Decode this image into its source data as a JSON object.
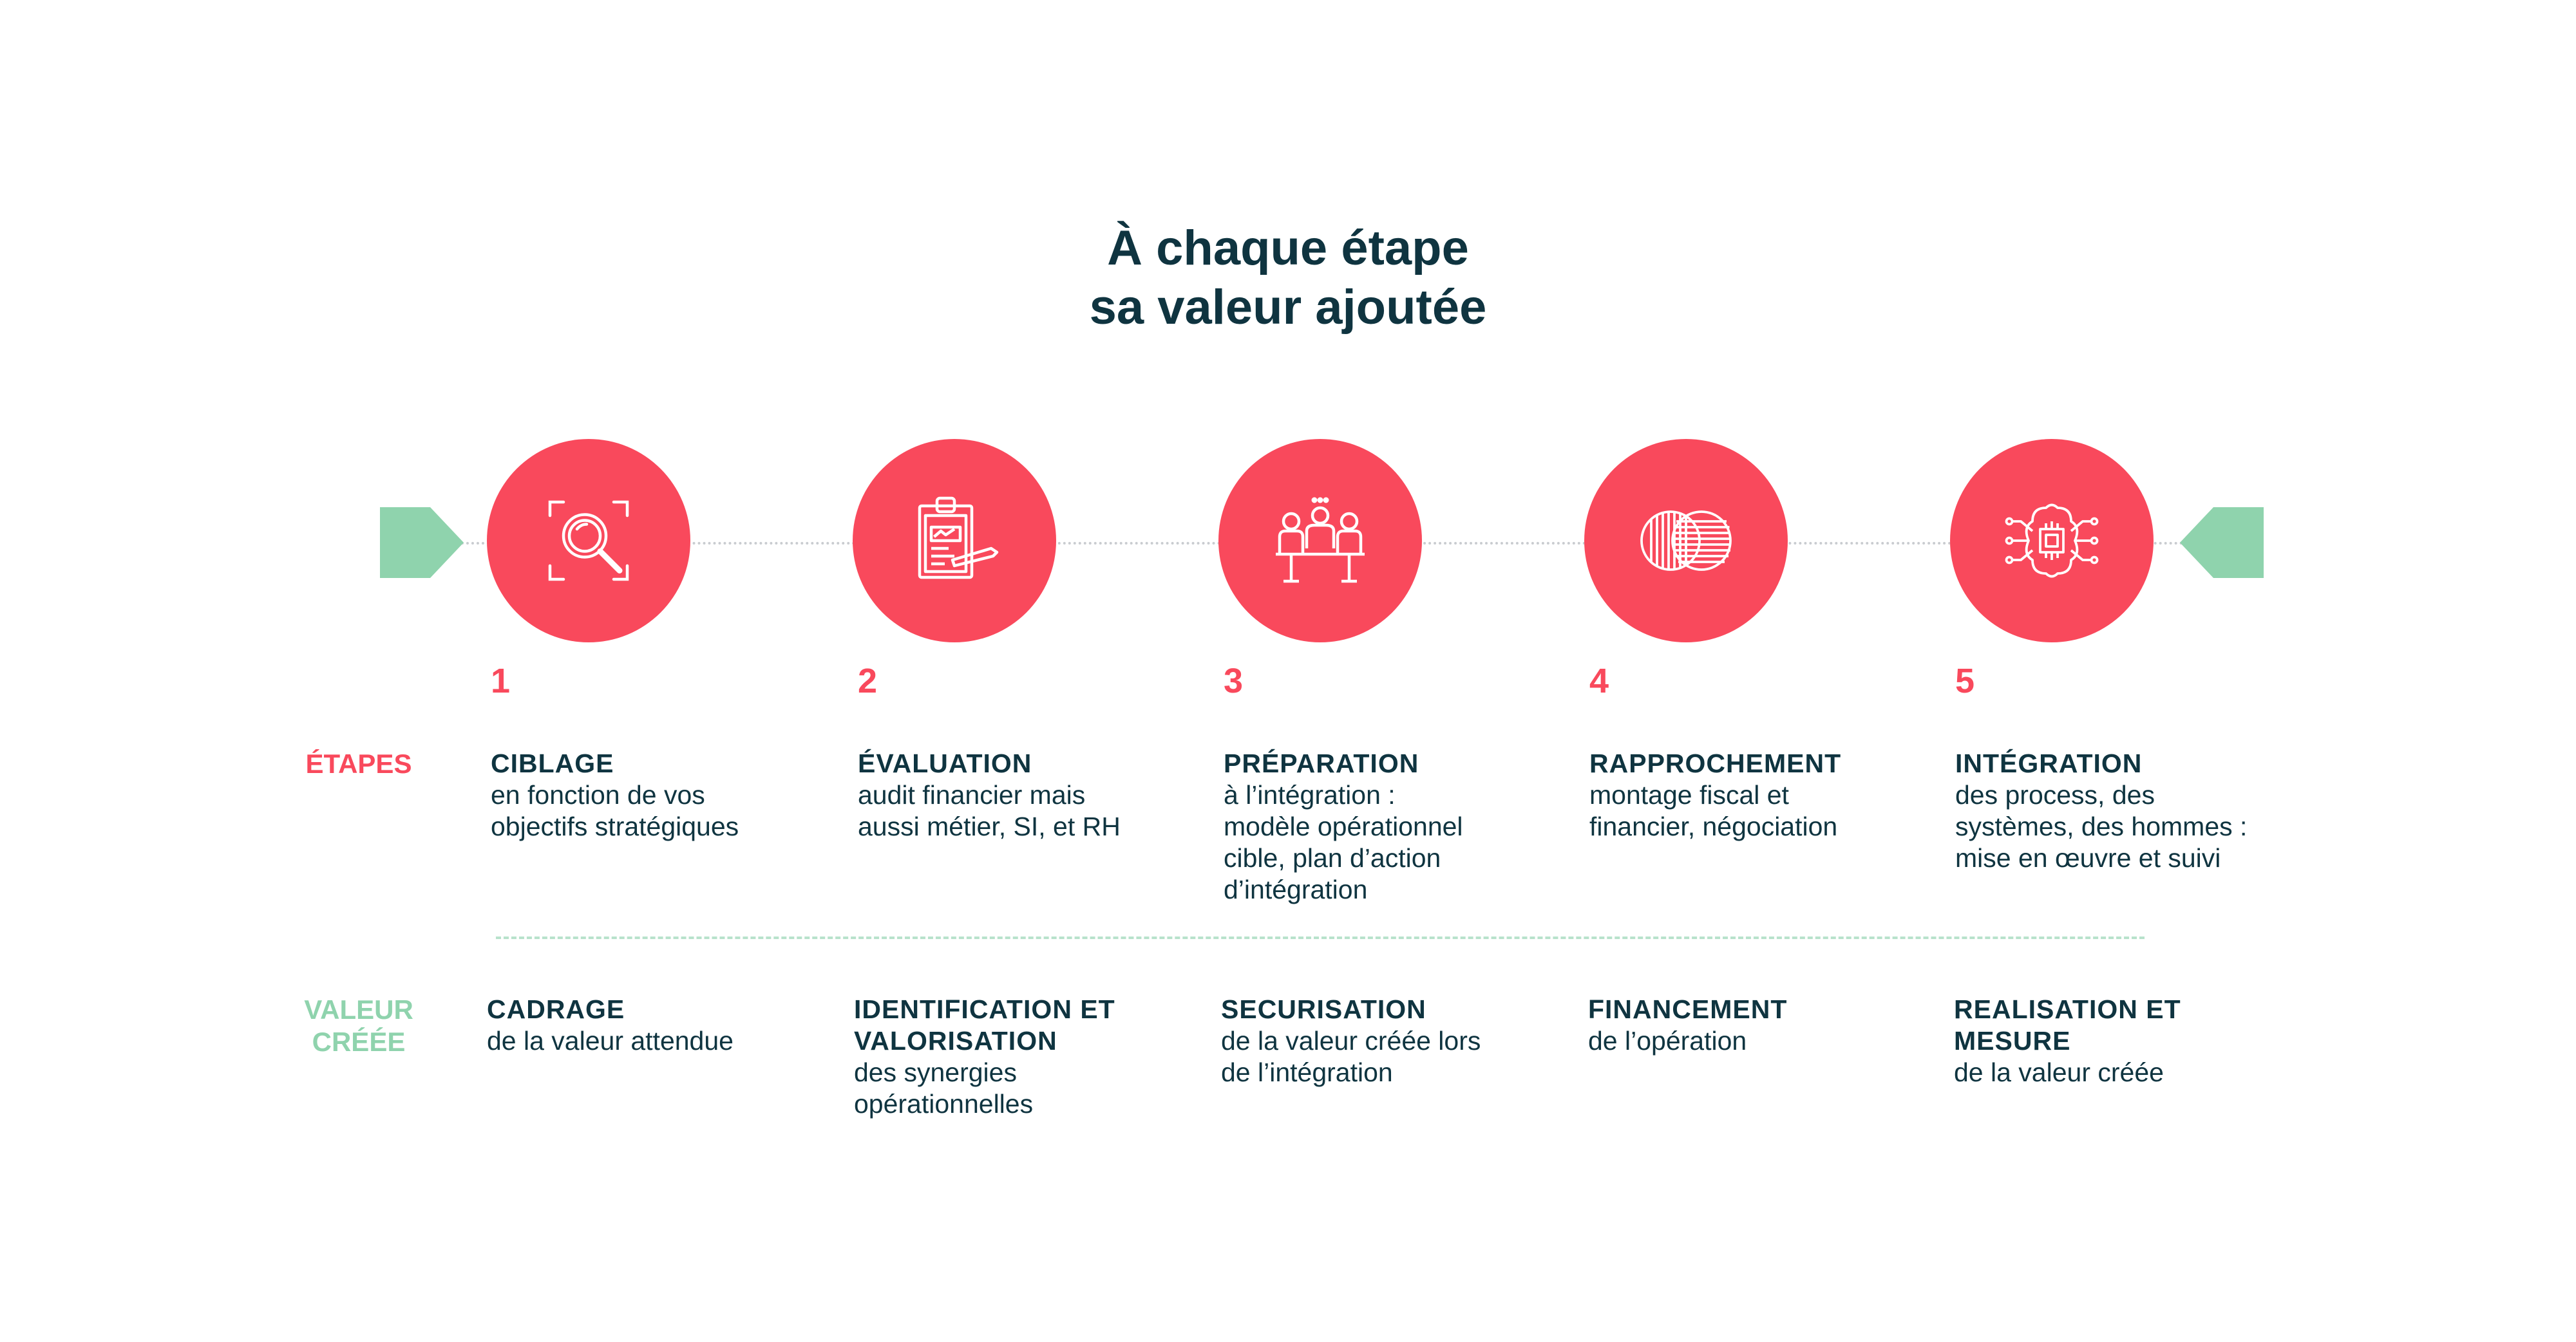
{
  "title": {
    "line1": "À chaque étape",
    "line2": "sa valeur ajoutée"
  },
  "colors": {
    "accent": "#f9495c",
    "green": "#8fd3ad",
    "text": "#0f3440"
  },
  "row_labels": {
    "etapes": "ÉTAPES",
    "valeur_line1": "VALEUR",
    "valeur_line2": "CRÉÉE"
  },
  "steps": [
    {
      "number": "1",
      "icon": "magnifier-focus-icon",
      "etape_title": "CIBLAGE",
      "etape_text": [
        "en fonction de vos",
        "objectifs stratégiques"
      ],
      "valeur_title": [
        "CADRAGE"
      ],
      "valeur_text": [
        "de la valeur attendue"
      ]
    },
    {
      "number": "2",
      "icon": "clipboard-pen-icon",
      "etape_title": "ÉVALUATION",
      "etape_text": [
        "audit financier mais",
        "aussi métier, SI, et RH"
      ],
      "valeur_title": [
        "IDENTIFICATION ET",
        "VALORISATION"
      ],
      "valeur_text": [
        "des synergies",
        "opérationnelles"
      ]
    },
    {
      "number": "3",
      "icon": "team-meeting-icon",
      "etape_title": "PRÉPARATION",
      "etape_text": [
        "à l’intégration :",
        "modèle opérationnel",
        "cible, plan d’action",
        "d’intégration"
      ],
      "valeur_title": [
        "SECURISATION"
      ],
      "valeur_text": [
        "de la valeur créée lors",
        "de l’intégration"
      ]
    },
    {
      "number": "4",
      "icon": "overlapping-circles-icon",
      "etape_title": "RAPPROCHEMENT",
      "etape_text": [
        "montage fiscal et",
        "financier, négociation"
      ],
      "valeur_title": [
        "FINANCEMENT"
      ],
      "valeur_text": [
        "de l’opération"
      ]
    },
    {
      "number": "5",
      "icon": "chip-brain-icon",
      "etape_title": "INTÉGRATION",
      "etape_text": [
        "des process, des",
        "systèmes, des hommes :",
        "mise en œuvre et suivi"
      ],
      "valeur_title": [
        "REALISATION ET",
        "MESURE"
      ],
      "valeur_text": [
        "de la valeur créée"
      ]
    }
  ]
}
